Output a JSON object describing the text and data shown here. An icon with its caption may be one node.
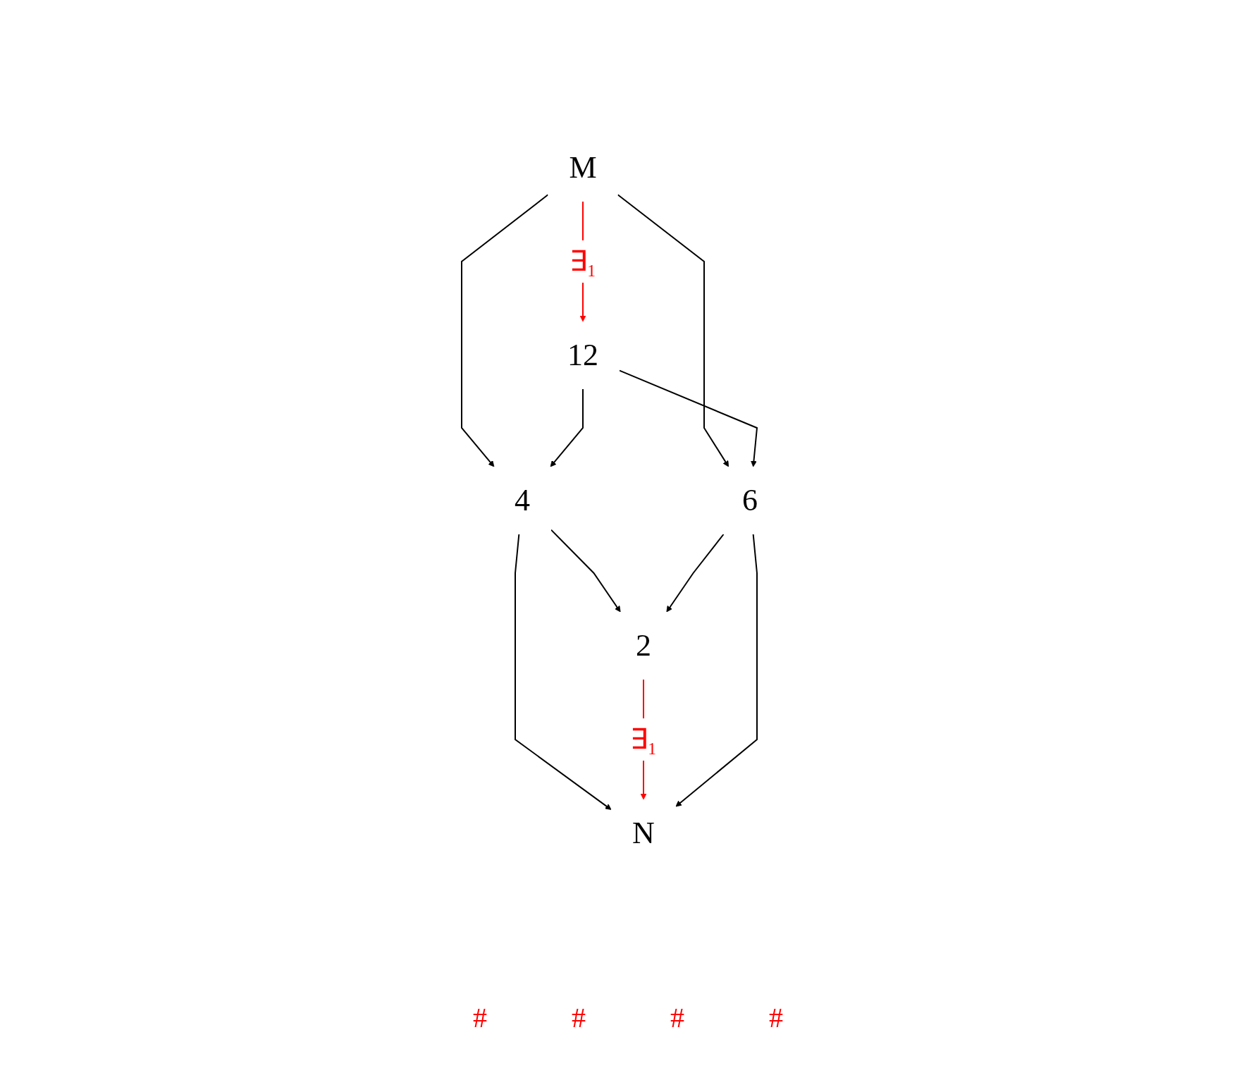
{
  "diagram": {
    "nodes": [
      {
        "text": [
          "M"
        ]
      },
      {
        "text": [
          "12"
        ]
      },
      {
        "text": [
          "4"
        ]
      },
      {
        "text": [
          "6"
        ]
      },
      {
        "text": [
          "2"
        ]
      },
      {
        "text": [
          "N"
        ]
      }
    ],
    "edges": [
      {
        "from": 0,
        "to": 2,
        "arrow": "to"
      },
      {
        "from": 0,
        "to": 1,
        "arrow": "to",
        "label": "∃₁",
        "color": "#ff0000"
      },
      {
        "from": 0,
        "to": 3,
        "arrow": "to"
      },
      {
        "from": 1,
        "to": 2,
        "arrow": "to"
      },
      {
        "from": 1,
        "to": 3,
        "arrow": "to"
      },
      {
        "from": 2,
        "to": 4,
        "arrow": "to"
      },
      {
        "from": 3,
        "to": 4,
        "arrow": "to"
      },
      {
        "from": 2,
        "to": 5,
        "arrow": "to"
      },
      {
        "from": 4,
        "to": 5,
        "arrow": "to",
        "label": "∃₁",
        "color": "#ff0000"
      },
      {
        "from": 3,
        "to": 5,
        "arrow": "to"
      }
    ],
    "labels": [
      "#",
      "#",
      "#",
      "#"
    ]
  }
}
